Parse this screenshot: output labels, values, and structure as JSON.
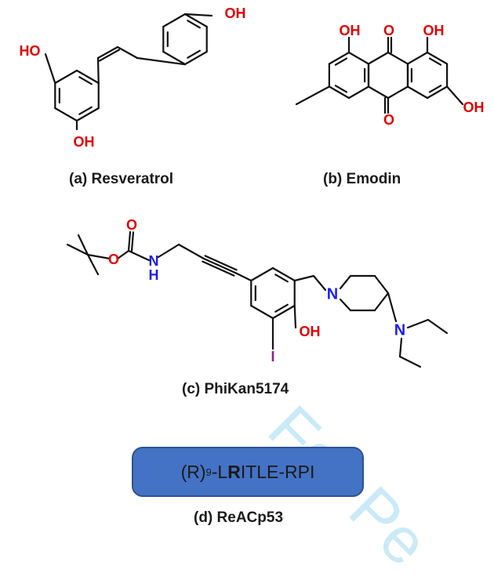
{
  "figure": {
    "captions": {
      "a": "(a) Resveratrol",
      "b": "(b) Emodin",
      "c": "(c) PhiKan5174",
      "d": "(d) ReACp53"
    },
    "peptide": {
      "prefix": "(R)",
      "subscript": "9",
      "part1": "-L",
      "bold": "R",
      "part2": "ITLE-RPI"
    },
    "watermark": "For Pe",
    "atom_labels": {
      "res_oh_top": "OH",
      "res_ho_left": "HO",
      "res_oh_bottom": "OH",
      "emo_oh_1": "OH",
      "emo_o_top": "O",
      "emo_oh_2": "OH",
      "emo_oh_right": "OH",
      "emo_o_bottom": "O",
      "phi_o_top": "O",
      "phi_o_ester": "O",
      "phi_n_amide": "N",
      "phi_h_amide": "H",
      "phi_n_pip": "N",
      "phi_oh": "OH",
      "phi_i": "I",
      "phi_n_amine": "N"
    },
    "colors": {
      "oxygen": "#e00000",
      "nitrogen": "#1c1cf0",
      "iodine": "#8a1e8a",
      "bond": "#111111",
      "box": "#4472c4",
      "watermark": "#9fd9f2"
    }
  }
}
